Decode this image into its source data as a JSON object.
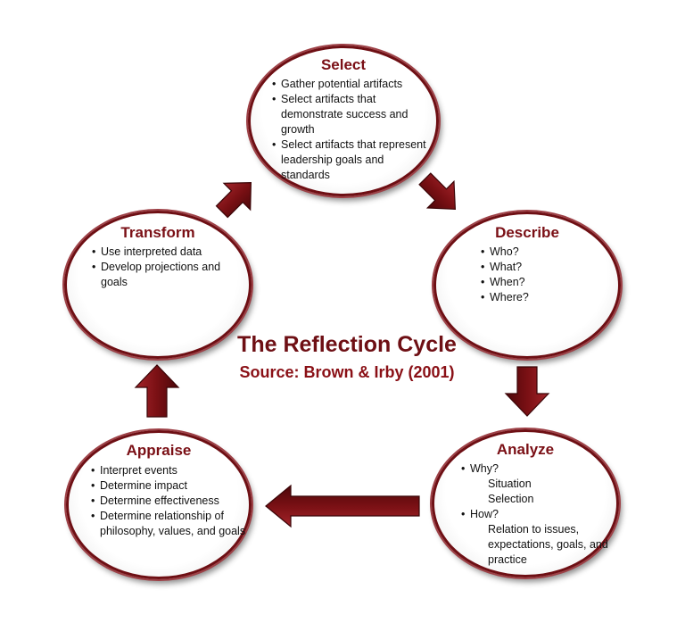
{
  "diagram": {
    "title": "The Reflection Cycle",
    "source": "Source: Brown & Irby (2001)",
    "colors": {
      "accent": "#7a0f15",
      "arrow_fill": "#7a1014",
      "node_border": "#6e0f14"
    },
    "nodes": {
      "select": {
        "title": "Select",
        "items": [
          "Gather potential artifacts",
          "Select artifacts that demonstrate success and growth",
          "Select artifacts that represent leadership goals and standards"
        ]
      },
      "describe": {
        "title": "Describe",
        "items": [
          "Who?",
          "What?",
          "When?",
          "Where?"
        ]
      },
      "analyze": {
        "title": "Analyze",
        "items": [
          "Why?",
          "Situation",
          "Selection",
          "How?",
          "Relation to issues, expectations, goals, and practice"
        ]
      },
      "appraise": {
        "title": "Appraise",
        "items": [
          "Interpret events",
          "Determine impact",
          "Determine effectiveness",
          "Determine relationship of philosophy, values, and goals"
        ]
      },
      "transform": {
        "title": "Transform",
        "items": [
          "Use interpreted data",
          "Develop projections and goals"
        ]
      }
    }
  }
}
